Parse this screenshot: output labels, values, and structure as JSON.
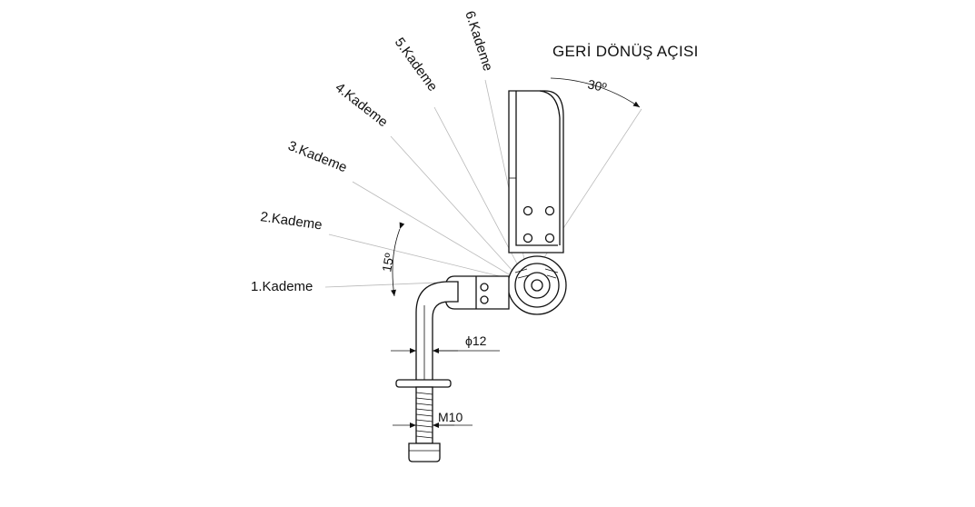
{
  "diagram": {
    "title": "GERİ DÖNÜŞ AÇISI",
    "angle_return": "30º",
    "angle_step": "15º",
    "diameter_dim": "ϕ12",
    "thread_dim": "M10",
    "stages": [
      "1.Kademe",
      "2.Kademe",
      "3.Kademe",
      "4.Kademe",
      "5.Kademe",
      "6.Kademe"
    ]
  }
}
